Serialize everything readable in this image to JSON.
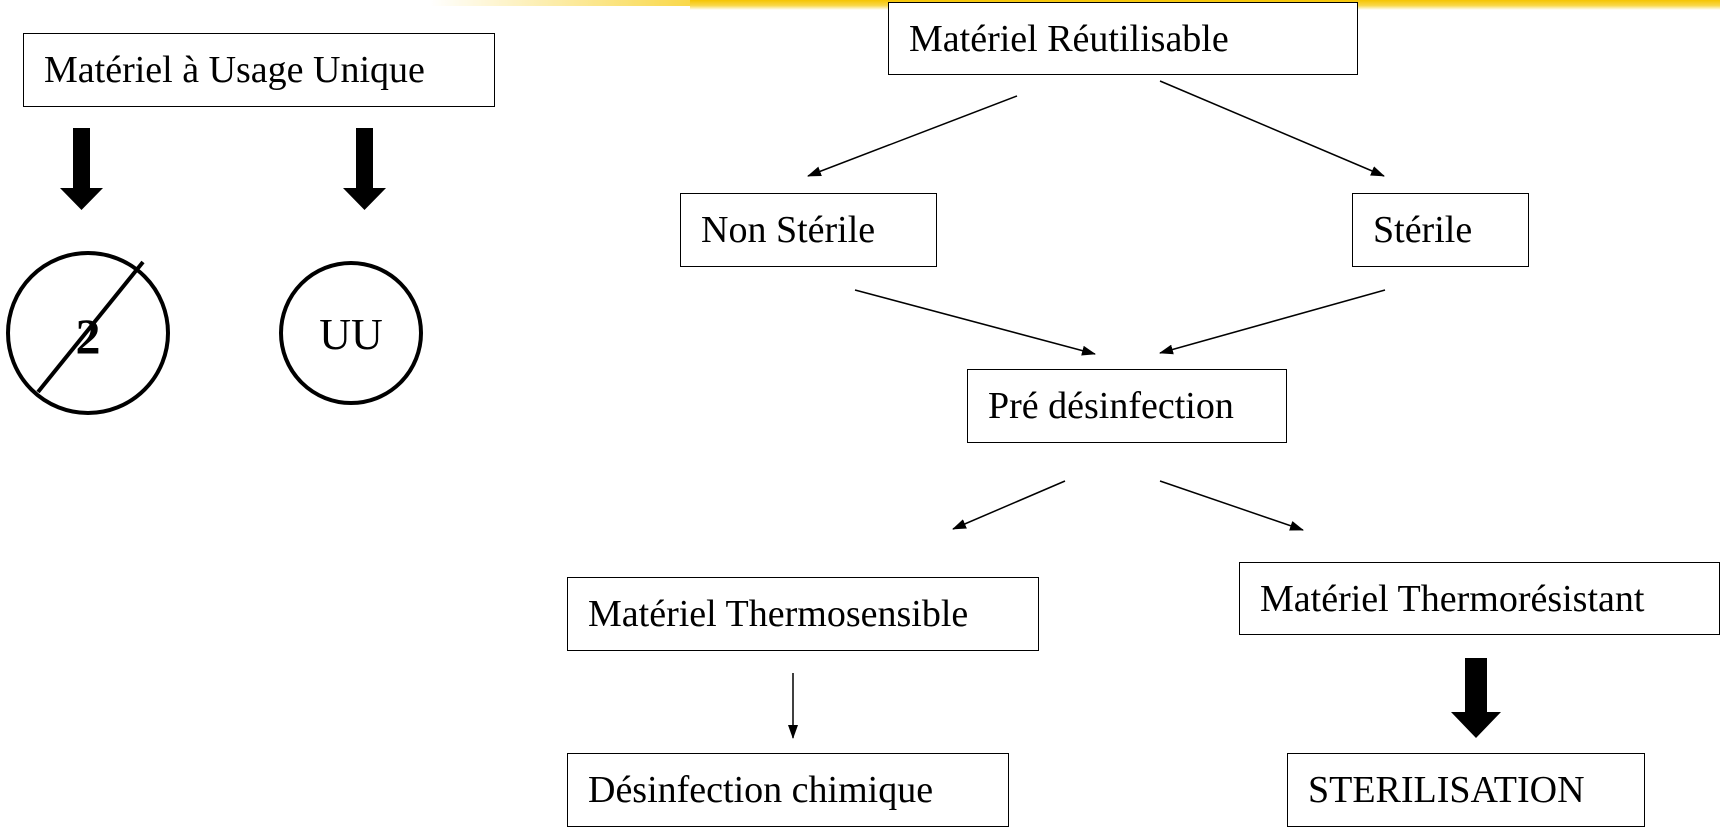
{
  "left": {
    "header": "Matériel à Usage Unique",
    "no_reuse_symbol": "2",
    "single_use_symbol": "UU"
  },
  "right": {
    "root": "Matériel Réutilisable",
    "non_sterile": "Non Stérile",
    "sterile": "Stérile",
    "pre_disinfection": "Pré désinfection",
    "thermosensitive": "Matériel Thermosensible",
    "thermoresistant": "Matériel Thermorésistant",
    "chemical_disinfection": "Désinfection chimique",
    "sterilisation": "STERILISATION"
  },
  "colors": {
    "accent_bar": "#f5c400",
    "ink": "#000000",
    "background": "#ffffff"
  }
}
